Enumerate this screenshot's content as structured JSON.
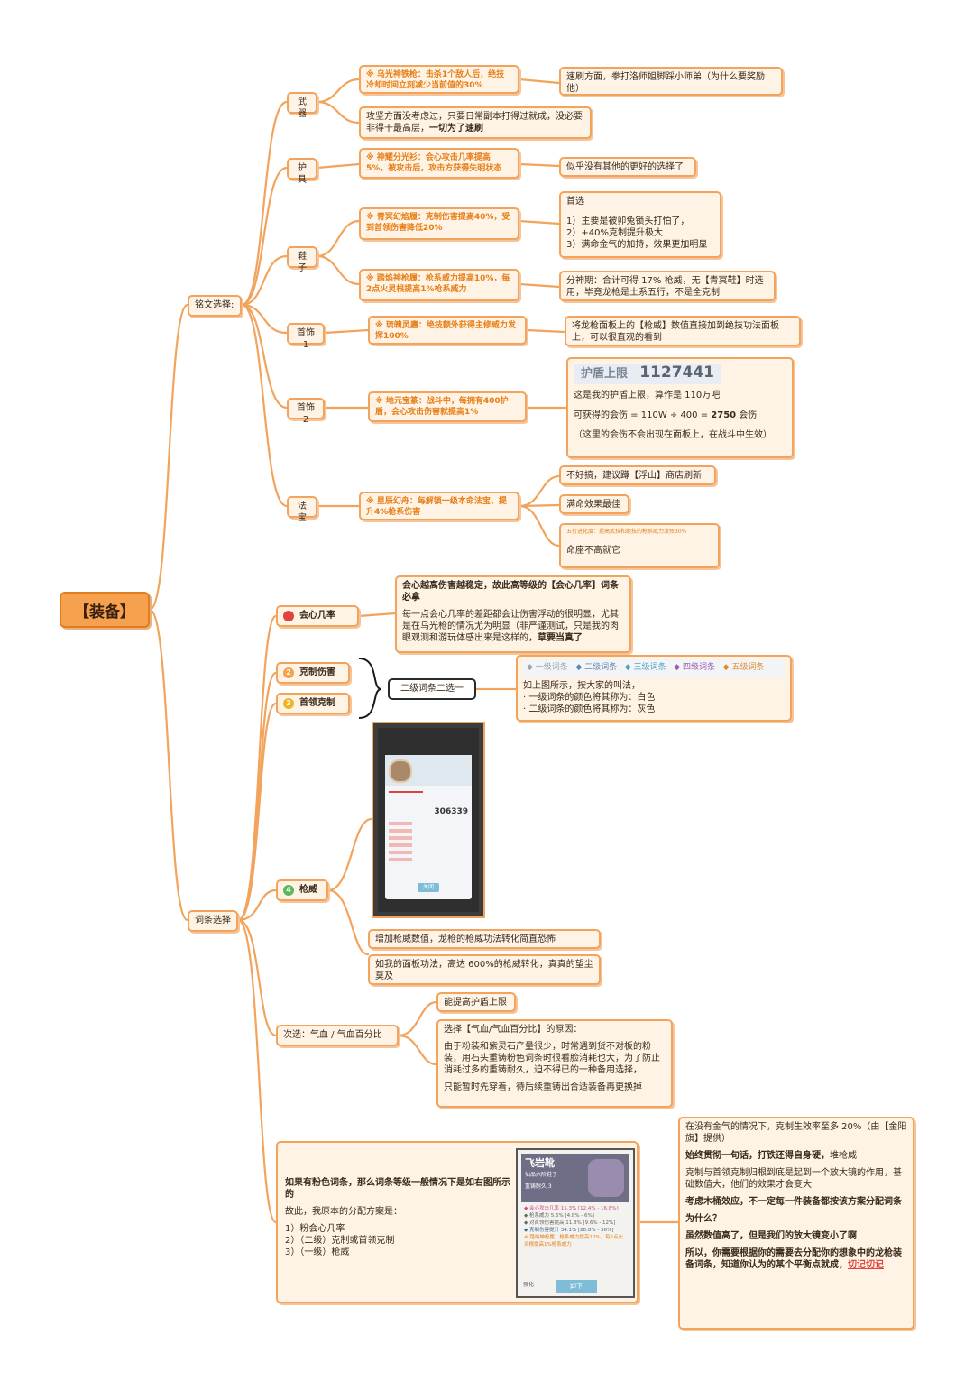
{
  "root": "【装备】",
  "main": {
    "inscription": "铭文选择:",
    "affix": "词条选择"
  },
  "weapon": {
    "label": "武器",
    "item": "※ 乌光神铁枪：击杀1个敌人后，绝技冷却时间立刻减少当前值的30%",
    "note1": "速刷方面，拳打洛师姐脚踩小师弟（为什么要奖励他）",
    "note2_a": "攻坚方面没考虑过，只要日常副本打得过就成，没必要非得干最高层，",
    "note2_b": "一切为了速刷"
  },
  "armor": {
    "label": "护具",
    "item": "※ 神耀分光衫：会心攻击几率提高5%，被攻击后，攻击方获得失明状态",
    "note": "似乎没有其他的更好的选择了"
  },
  "shoes": {
    "label": "鞋子",
    "item1": "※ 青冥幻焰履：克制伤害提高40%，受到首领伤害降低20%",
    "note1_title": "首选",
    "note1_l1": "1）主要是被卯兔锁头打怕了，",
    "note1_l2": "2）+40%克制提升极大",
    "note1_l3": "3）满命金气的加持，效果更加明显",
    "item2": "※ 踏焰神枪履：枪系威力提高10%，每2点火灵根提高1%枪系威力",
    "note2": "分神期：合计可得 17% 枪威，无【青冥鞋】时选用，毕竟龙枪是土系五行，不是全克制"
  },
  "acc1": {
    "label": "首饰 1",
    "item": "※ 琉魄灵廛：绝技额外获得主修威力发挥100%",
    "note": "将龙枪面板上的【枪威】数值直接加到绝技功法面板上，可以很直观的看到"
  },
  "acc2": {
    "label": "首饰 2",
    "item": "※ 地元宝篆：战斗中，每拥有400护盾，会心攻击伤害就提高1%",
    "shield_label": "护盾上限",
    "shield_value": "1127441",
    "l1": "这是我的护盾上限，算作是 110万吧",
    "l2_a": "可获得的会伤 = 110W ÷ 400 = ",
    "l2_b": "2750",
    "l2_c": " 会伤",
    "l3": "（这里的会伤不会出现在面板上，在战斗中生效）"
  },
  "treasure": {
    "label": "法宝",
    "item": "※ 星辰幻舟：每解锁一级本命法宝，提升4%枪系伤害",
    "n1": "不好搞，建议蹲【浮山】商店刷新",
    "n2": "满命效果最佳",
    "n3_small": "五行进化度：提高武技和绝技的枪系威力发挥30%",
    "n3": "命座不高就它"
  },
  "crit": {
    "num": "1",
    "label": "会心几率",
    "note_b": "会心越高伤害越稳定，故此高等级的【会心几率】词条必拿",
    "note_p": "每一点会心几率的差距都会让伤害浮动的很明显，尤其是在乌光枪的情况尤为明显（非严谨测试，只是我的肉眼观测和游玩体感出来是这样的，",
    "note_tail": "草要当真了"
  },
  "restrain": {
    "num": "2",
    "label": "克制伤害"
  },
  "boss": {
    "num": "3",
    "label": "首领克制"
  },
  "choose": {
    "label": "二级词条二选一",
    "tiers": [
      "◆ 一级词条",
      "◆ 二级词条",
      "◆ 三级词条",
      "◆ 四级词条",
      "◆ 五级词条"
    ],
    "tier_colors": [
      "#9aa6b2",
      "#5d87b5",
      "#4aa3c7",
      "#9b59b6",
      "#e08a2c"
    ],
    "l1": "如上图所示，按大家的叫法，",
    "l2": "· 一级词条的颜色将其称为：白色",
    "l3": "· 二级词条的颜色将其称为：灰色"
  },
  "spear": {
    "num": "4",
    "label": "枪威",
    "shot_value": "306339",
    "shot_btn": "关闭",
    "n1": "增加枪威数值，龙枪的枪威功法转化简直恐怖",
    "n2": "如我的面板功法，高达 600%的枪威转化，真真的望尘莫及"
  },
  "hp": {
    "label": "次选：气血 / 气血百分比",
    "n1": "能提高护盾上限",
    "n2_title": "选择【气血/气血百分比】的原因：",
    "n2_p": "由于粉装和紫灵石产量很少，时常遇到货不对板的粉装，用石头重铸粉色词条时很看脸消耗也大，为了防止消耗过多的重铸耐久，迫不得已的一种备用选择，",
    "n2_tail": "只能暂时先穿着，待后续重铸出合适装备再更换掉"
  },
  "pink": {
    "title": "如果有粉色词条，那么词条等级一般情况下是如右图所示的",
    "l0": "故此，我原本的分配方案是：",
    "l1": "1）粉会心几率",
    "l2": "2）（二级）克制或首领克制",
    "l3": "3）（一级）枪威",
    "shot_name": "飞岩靴",
    "shot_sub": "仙品六阶鞋子",
    "shot_dur": "重铸耐久 3",
    "shot_rows": [
      "◆ 会心攻击几率 15.3% [12.4% - 16.8%]",
      "◆ 枪系威力 5.6% [4.8% - 6%]",
      "◆ 对首领伤害提高 11.8% [9.6% - 12%]",
      "◆ 克制伤害提升 34.1% [28.8% - 36%]",
      "※ 踏焰神枪履：枪系威力提高10%，每2点火灵根提高1%枪系威力"
    ],
    "shot_btn": "卸下",
    "shot_left": "强化"
  },
  "side": {
    "l1": "在没有金气的情况下，克制生效率至多 20%（由【金阳旗】提供）",
    "l2": "始终贯彻一句话，打铁还得自身硬，",
    "l2b": "堆枪威",
    "l3": "克制与首领克制归根到底是起到一个放大镜的作用，基础数值大，他们的效果才会变大",
    "l4": "考虑木桶效应，不一定每一件装备都按该方案分配词条",
    "l5": "为什么？",
    "l6": "虽然数值高了，但是我们的放大镜变小了啊",
    "l7": "所以，你需要根据你的需要去分配你的想象中的龙枪装备词条，知道你认为的某个平衡点就成，",
    "l7_red": "切记切记"
  }
}
